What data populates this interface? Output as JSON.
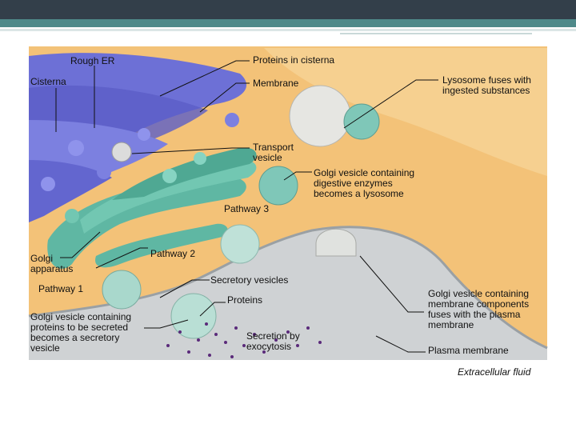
{
  "labels": {
    "rough_er": "Rough ER",
    "cisterna": "Cisterna",
    "proteins_in_cisterna": "Proteins in cisterna",
    "membrane": "Membrane",
    "lysosome_fuses": "Lysosome fuses with\ningested substances",
    "transport_vesicle": "Transport\nvesicle",
    "golgi_vesicle_enzymes": "Golgi vesicle containing\ndigestive enzymes\nbecomes a lysosome",
    "pathway_3": "Pathway 3",
    "golgi_apparatus": "Golgi\napparatus",
    "pathway_2": "Pathway 2",
    "pathway_1": "Pathway 1",
    "secretory_vesicles": "Secretory vesicles",
    "proteins": "Proteins",
    "golgi_vesicle_secreted": "Golgi vesicle containing\nproteins to be secreted\nbecomes a secretory\nvesicle",
    "secretion_by_exocytosis": "Secretion by\nexocytosis",
    "golgi_vesicle_membrane": "Golgi vesicle containing\nmembrane components\nfuses with the plasma\nmembrane",
    "plasma_membrane": "Plasma membrane",
    "extracellular_fluid": "Extracellular fluid"
  },
  "colors": {
    "cytoplasm": "#f3c278",
    "cytoplasm_light": "#f7d59a",
    "rough_er": "#6d70d6",
    "golgi": "#5fb7a3",
    "vesicle_shell": "#d8dcd9",
    "membrane_band": "#cfd2d4",
    "secretion_dots": "#5a2a7a"
  }
}
